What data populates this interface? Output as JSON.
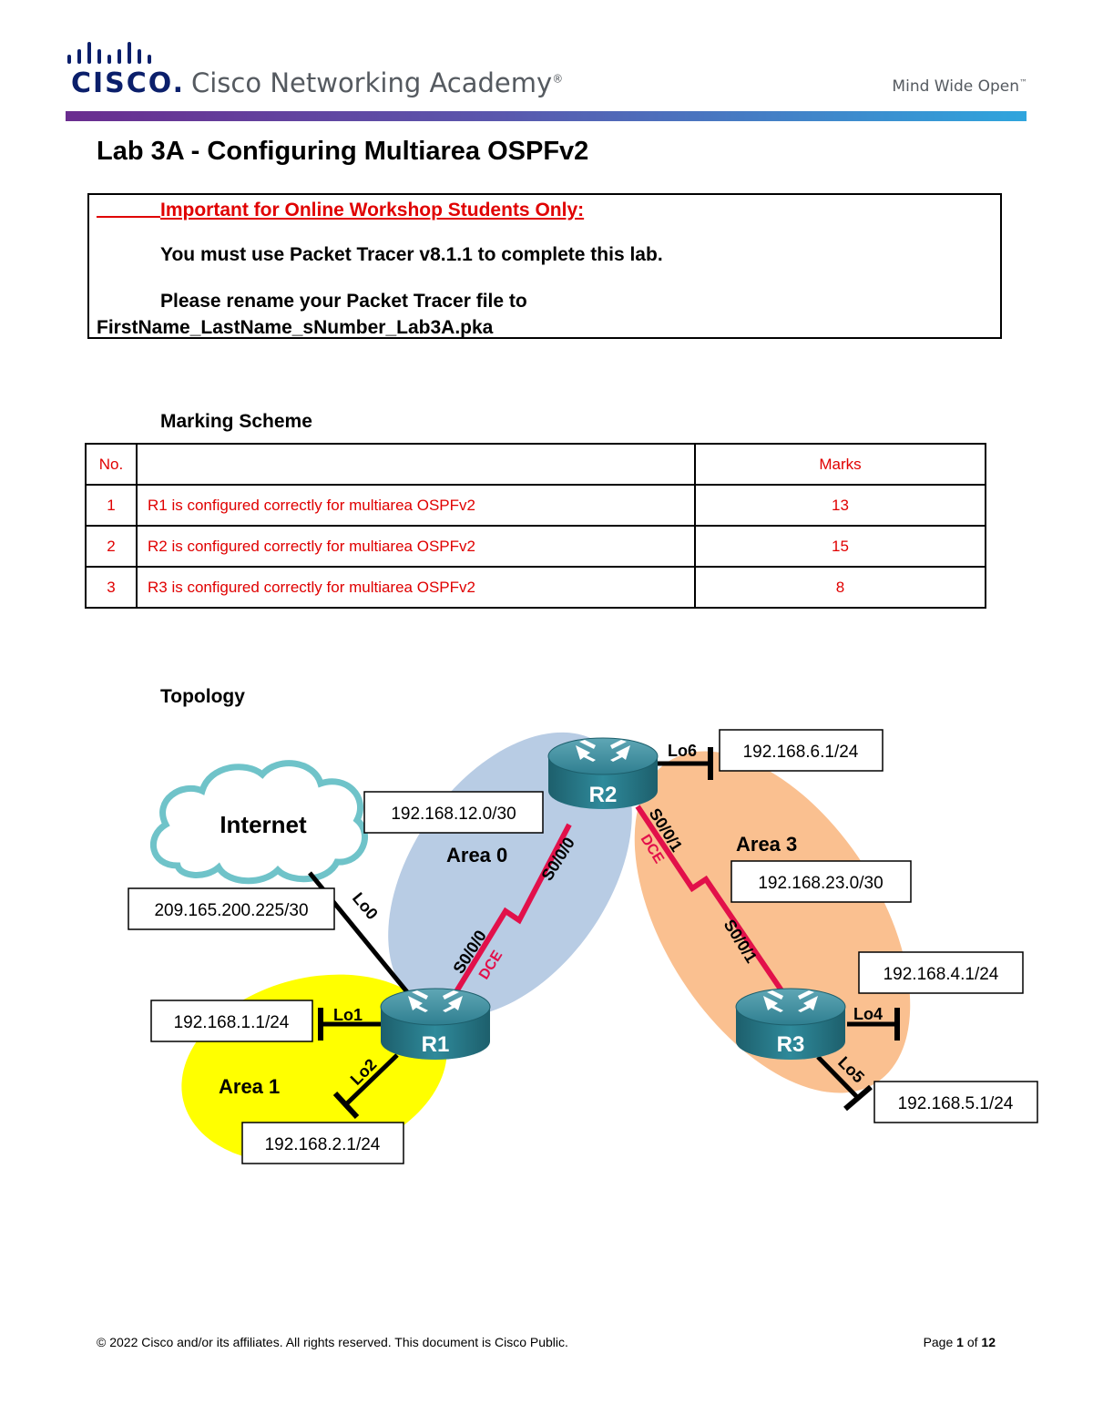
{
  "header": {
    "logo_word": "CISCO.",
    "academy_name": "Cisco Networking Academy",
    "academy_mark": "®",
    "tagline": "Mind Wide Open",
    "tagline_mark": "™",
    "brand_colors": {
      "purple": "#6a2d8f",
      "blue": "#2fa5dd",
      "navy": "#0b1f6b"
    }
  },
  "title": "Lab 3A - Configuring Multiarea OSPFv2",
  "notice": {
    "heading": "Important for Online Workshop Students Only:",
    "line1": "You must use Packet Tracer v8.1.1 to complete this lab.",
    "line2": "Please rename your Packet Tracer file to",
    "filename": "FirstName_LastName_sNumber_Lab3A.pka"
  },
  "marking": {
    "heading": "Marking Scheme",
    "columns": [
      "No.",
      "",
      "Marks"
    ],
    "rows": [
      {
        "no": "1",
        "desc": "R1 is configured correctly for multiarea OSPFv2",
        "marks": "13"
      },
      {
        "no": "2",
        "desc": "R2 is configured correctly for multiarea OSPFv2",
        "marks": "15"
      },
      {
        "no": "3",
        "desc": "R3 is configured correctly for multiarea OSPFv2",
        "marks": "8"
      }
    ]
  },
  "topology": {
    "heading": "Topology",
    "cloud_label": "Internet",
    "routers": [
      "R1",
      "R2",
      "R3"
    ],
    "areas": [
      "Area 0",
      "Area 1",
      "Area 3"
    ],
    "area_colors": {
      "area0": "#b8cce4",
      "area1": "#ffff00",
      "area3": "#fac090"
    },
    "link_labels": {
      "r1_s0": "S0/0/0",
      "r1_dce": "DCE",
      "r2_s0": "S0/0/0",
      "r2_s1": "S0/0/1",
      "r2_dce": "DCE",
      "r3_s1": "S0/0/1"
    },
    "loopbacks": {
      "lo0": "Lo0",
      "lo1": "Lo1",
      "lo2": "Lo2",
      "lo4": "Lo4",
      "lo5": "Lo5",
      "lo6": "Lo6"
    },
    "addresses": {
      "net_12": "192.168.12.0/30",
      "net_23": "192.168.23.0/30",
      "isp": "209.165.200.225/30",
      "lo1": "192.168.1.1/24",
      "lo2": "192.168.2.1/24",
      "lo4": "192.168.4.1/24",
      "lo5": "192.168.5.1/24",
      "lo6": "192.168.6.1/24"
    }
  },
  "footer": {
    "copyright": "© 2022 Cisco and/or its affiliates. All rights reserved. This document is Cisco Public.",
    "page_prefix": "Page",
    "page_num": "1",
    "page_of": "of",
    "page_total": "12"
  }
}
